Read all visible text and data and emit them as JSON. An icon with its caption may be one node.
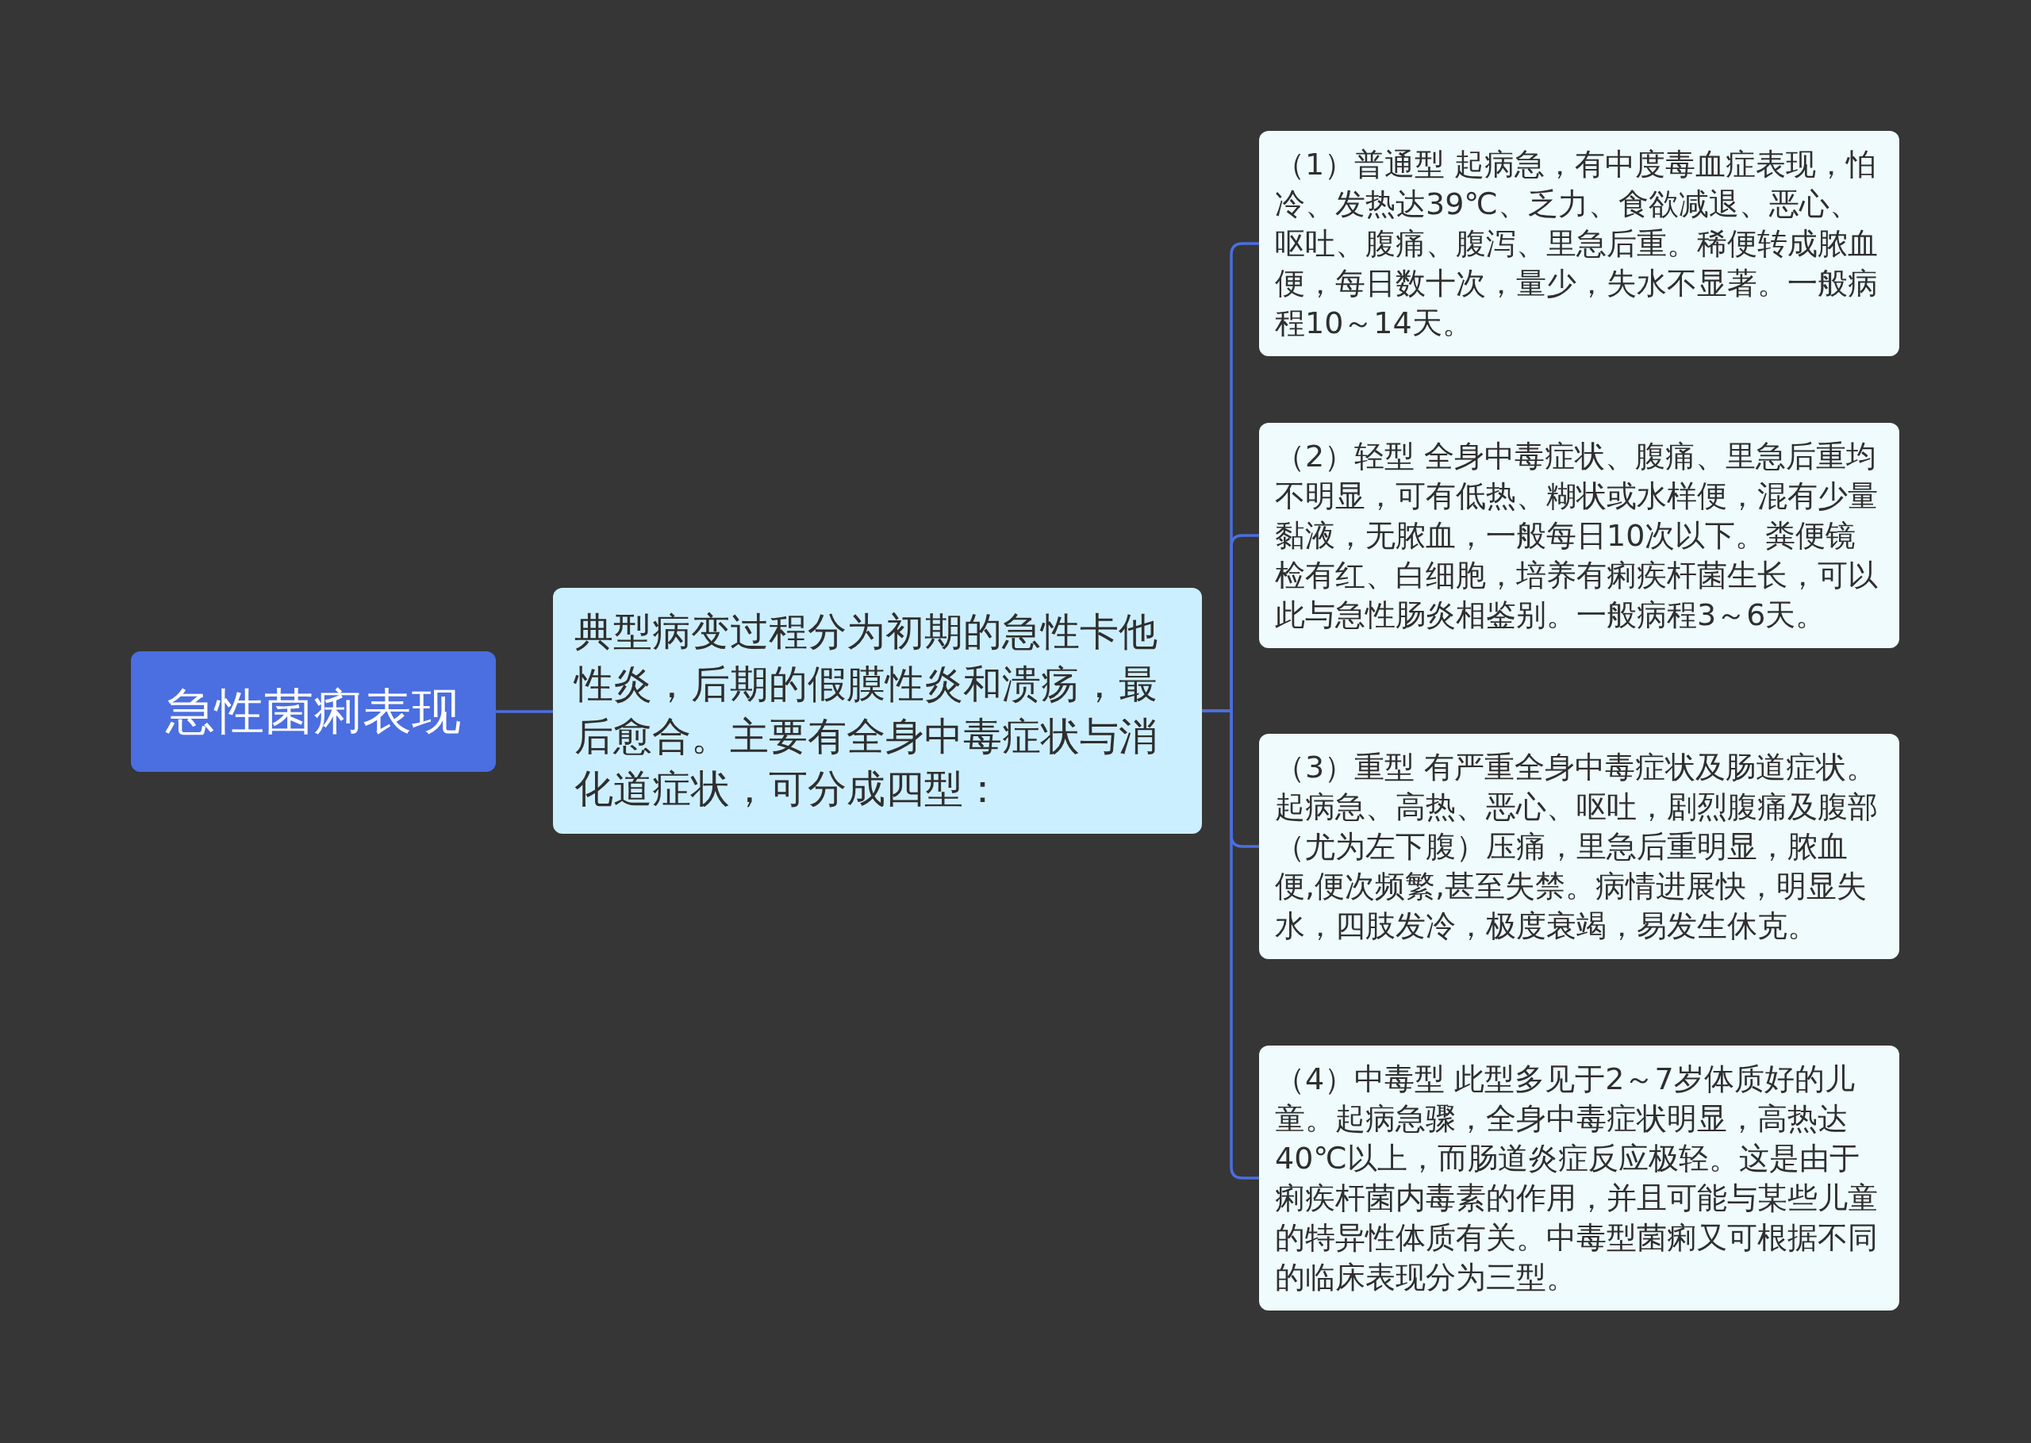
{
  "diagram": {
    "nodes": [
      {
        "text": [
          "急性菌痢表现"
        ]
      },
      {
        "text": [
          "典型病变过程分为初期的急性卡他性炎，后期的假膜性炎和溃疡，最后愈合。主要有全身中毒症状与消化道症状，可分成四型："
        ]
      },
      {
        "text": [
          "（1）普通型 起病急，有中度毒血症表现，怕冷、发热达39℃、乏力、食欲减退、恶心、呕吐、腹痛、腹泻、里急后重。稀便转成脓血便，每日数十次，量少，失水不显著。一般病程10～14天。"
        ]
      },
      {
        "text": [
          "（2）轻型 全身中毒症状、腹痛、里急后重均不明显，可有低热、糊状或水样便，混有少量黏液，无脓血，一般每日10次以下。粪便镜检有红、白细胞，培养有痢疾杆菌生长，可以此与急性肠炎相鉴别。一般病程3～6天。"
        ]
      },
      {
        "text": [
          "（3）重型 有严重全身中毒症状及肠道症状。起病急、高热、恶心、呕吐，剧烈腹痛及腹部（尤为左下腹）压痛，里急后重明显，脓血便,便次频繁,甚至失禁。病情进展快，明显失水，四肢发冷，极度衰竭，易发生休克。"
        ]
      },
      {
        "text": [
          "（4）中毒型 此型多见于2～7岁体质好的儿童。起病急骤，全身中毒症状明显，高热达40℃以上，而肠道炎症反应极轻。这是由于痢疾杆菌内毒素的作用，并且可能与某些儿童的特异性体质有关。中毒型菌痢又可根据不同的临床表现分为三型。"
        ]
      }
    ],
    "edges": [
      {
        "from": 0,
        "to": 1,
        "arrow": "none"
      },
      {
        "from": 1,
        "to": 2,
        "arrow": "none"
      },
      {
        "from": 1,
        "to": 3,
        "arrow": "none"
      },
      {
        "from": 1,
        "to": 4,
        "arrow": "none"
      },
      {
        "from": 1,
        "to": 5,
        "arrow": "none"
      }
    ]
  }
}
